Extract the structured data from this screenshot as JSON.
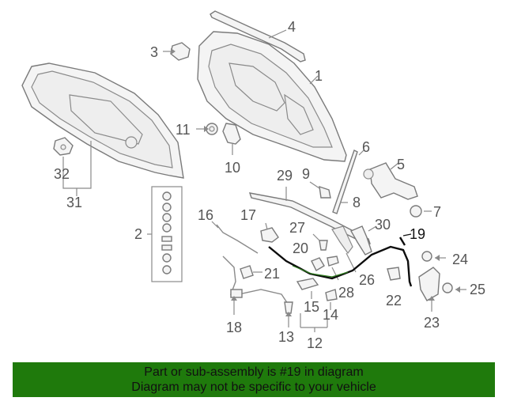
{
  "callouts": {
    "c1": "1",
    "c2": "2",
    "c3": "3",
    "c4": "4",
    "c5": "5",
    "c6": "6",
    "c7": "7",
    "c8": "8",
    "c9": "9",
    "c10": "10",
    "c11": "11",
    "c12": "12",
    "c13": "13",
    "c14": "14",
    "c15": "15",
    "c16": "16",
    "c17": "17",
    "c18": "18",
    "c19": "19",
    "c20": "20",
    "c21": "21",
    "c22": "22",
    "c23": "23",
    "c24": "24",
    "c25": "25",
    "c26": "26",
    "c27": "27",
    "c28": "28",
    "c29": "29",
    "c30": "30",
    "c31": "31",
    "c32": "32"
  },
  "highlight": {
    "part_number": "19",
    "color": "#1f7a0c"
  },
  "footer": {
    "line1": "Part or sub-assembly is #19 in diagram",
    "line2": "Diagram may not be specific to your vehicle"
  }
}
